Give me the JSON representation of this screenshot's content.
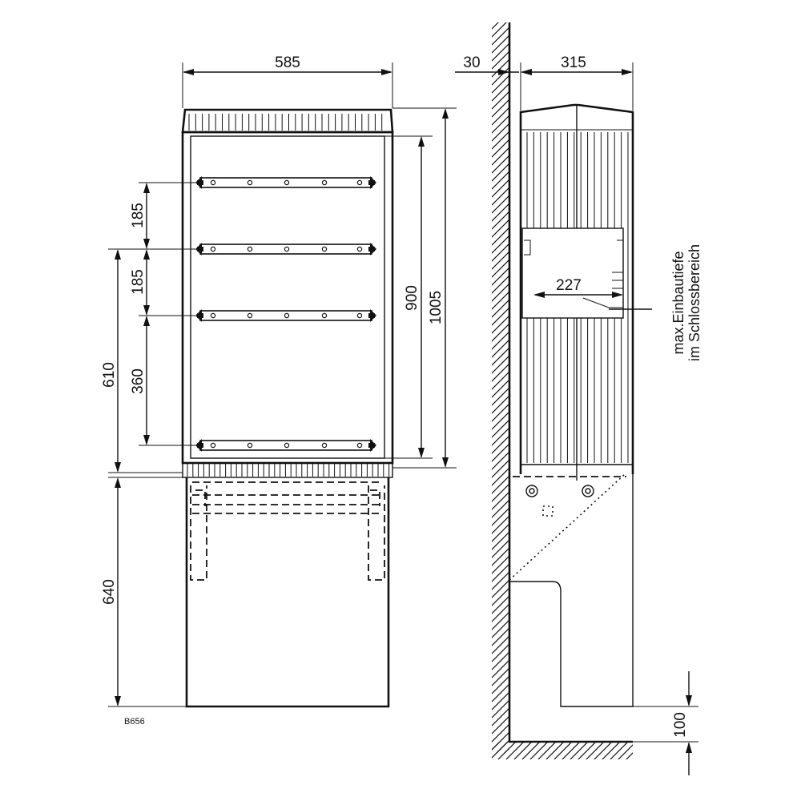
{
  "drawing_code": "B656",
  "front_view": {
    "width": "585",
    "rail_spacing_top": "185",
    "rail_spacing_middle": "185",
    "rail_spacing_bottom": "360",
    "rail_span": "610",
    "inner_height": "900",
    "housing_height": "1005",
    "base_height": "640"
  },
  "side_view": {
    "wall_offset": "30",
    "depth": "315",
    "lock_depth": "227",
    "lock_note_line1": "max.Einbautiefe",
    "lock_note_line2": "im Schlossbereich",
    "ground_offset": "100"
  }
}
